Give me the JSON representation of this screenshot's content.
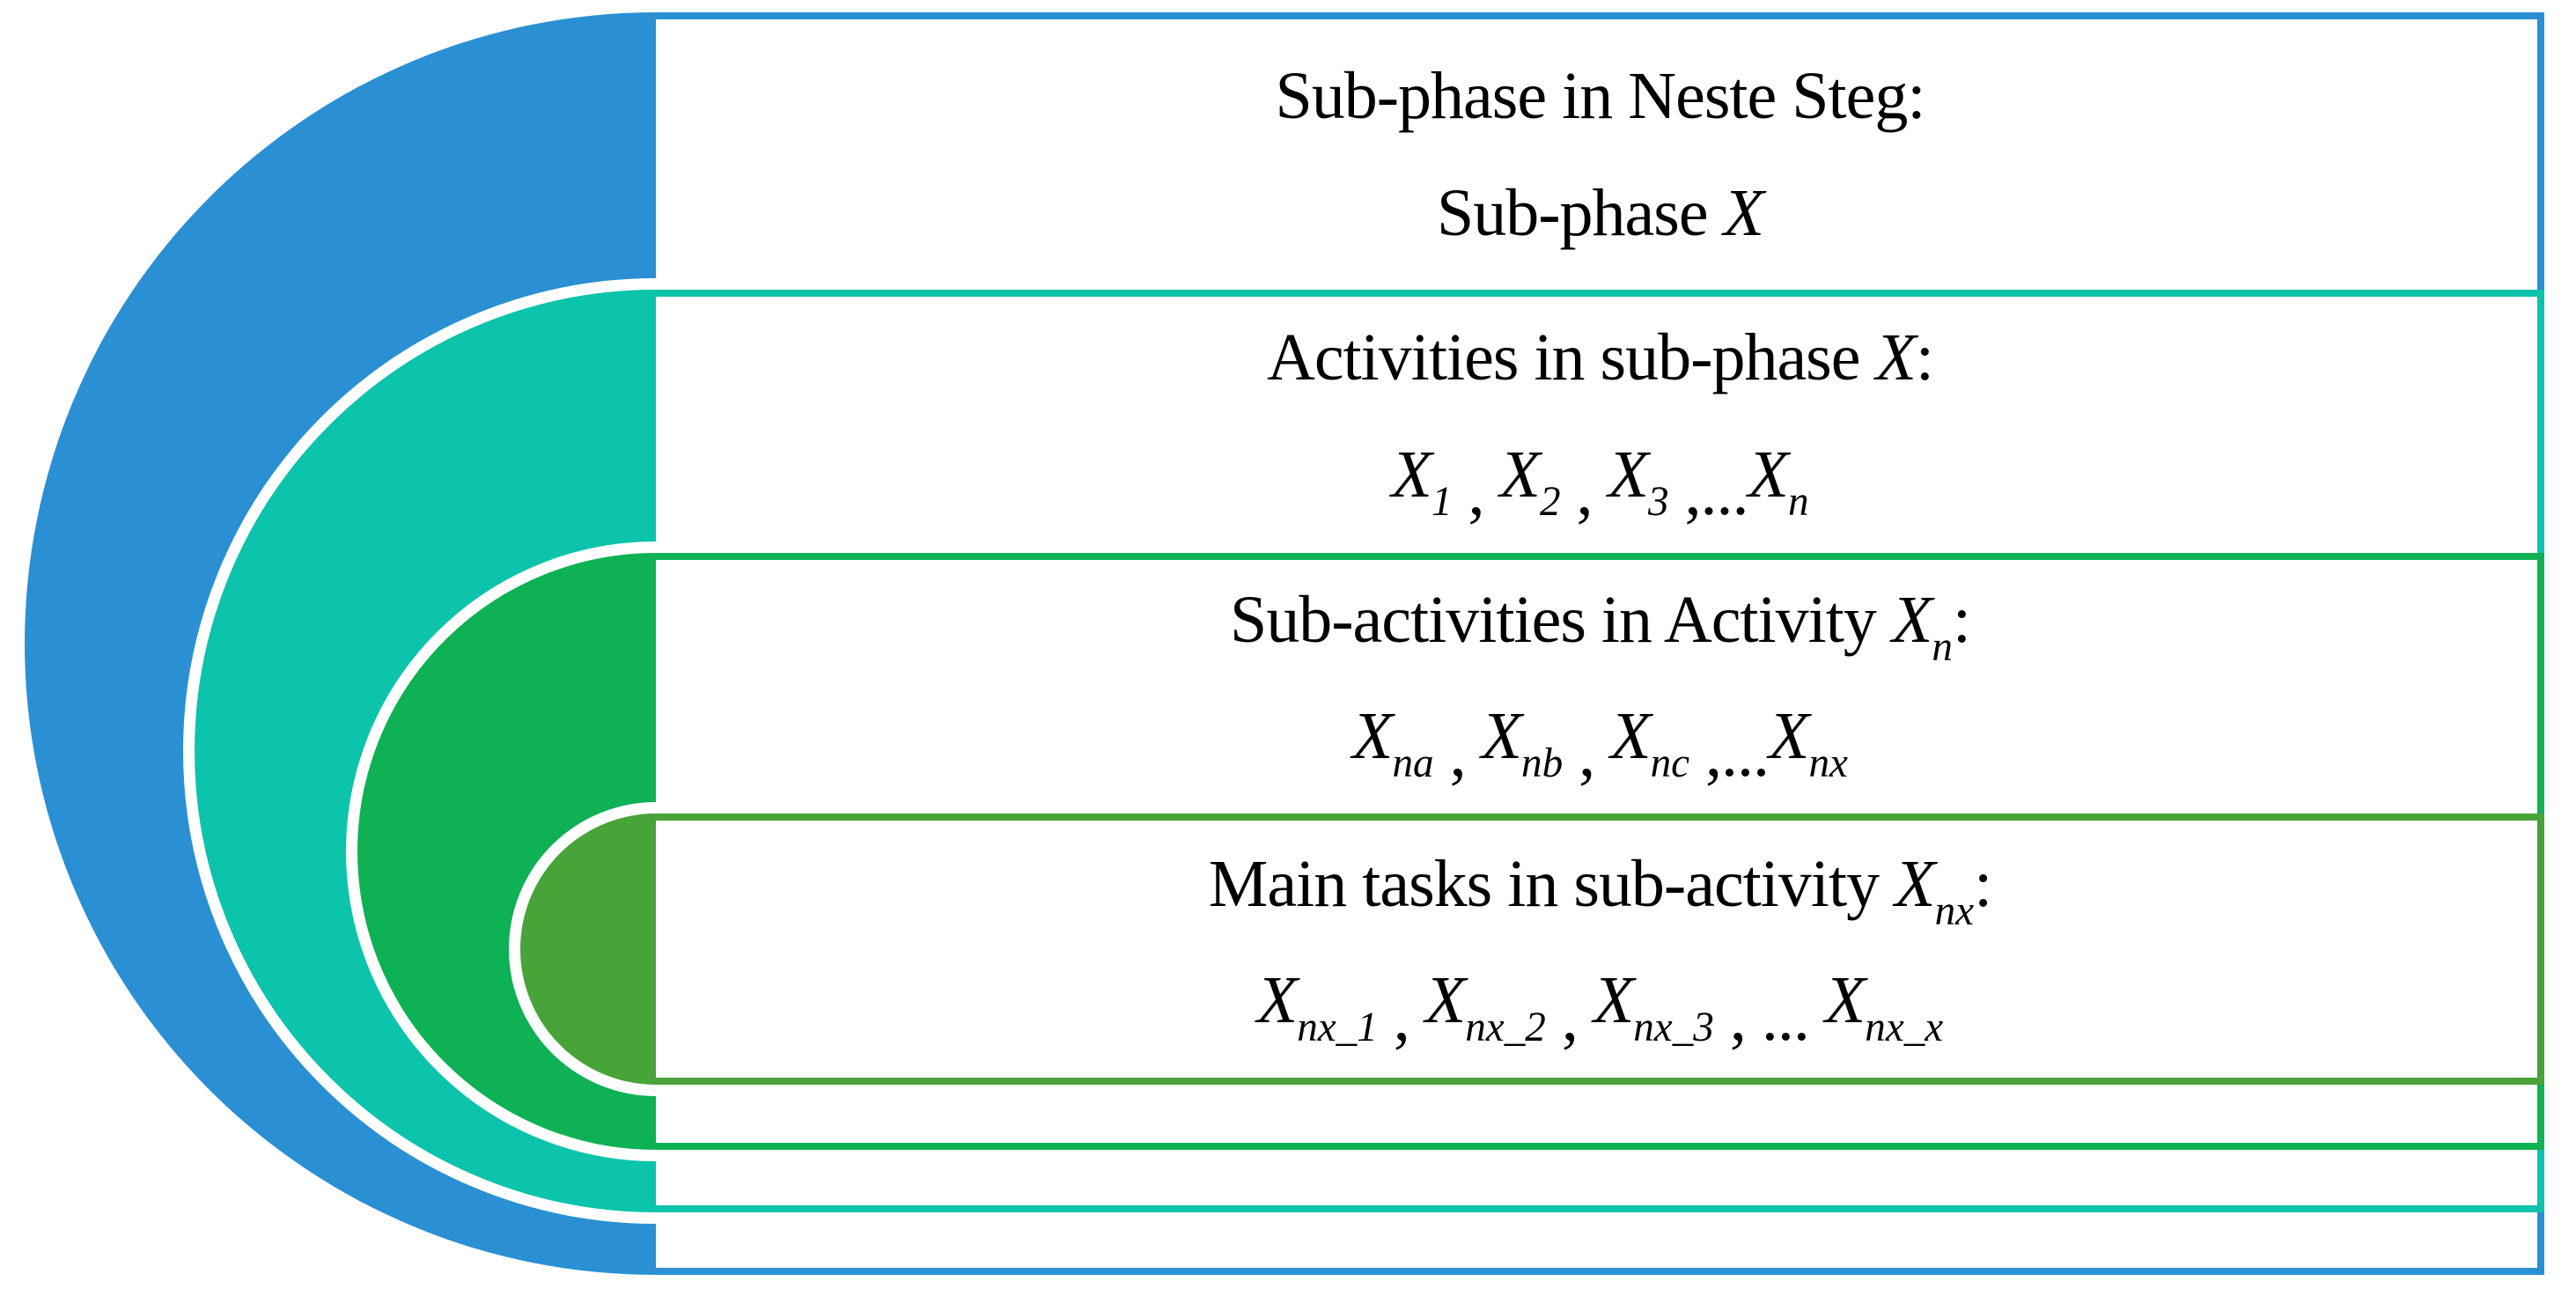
{
  "diagram": {
    "description": "Nested semicircle hierarchy of a sub-phase broken into activities, sub-activities and main tasks",
    "background_color": "#ffffff",
    "text_color": "#000000",
    "gap_color": "#ffffff",
    "bands": [
      {
        "id": "sub-phase",
        "level": 1,
        "color": "#2a90d3",
        "line1": [
          {
            "t": "Sub-phase in Neste Steg:"
          }
        ],
        "line2": [
          {
            "t": "Sub-phase "
          },
          {
            "t": "X",
            "i": true
          }
        ]
      },
      {
        "id": "activities",
        "level": 2,
        "color": "#0cc3ab",
        "line1": [
          {
            "t": "Activities in sub-phase "
          },
          {
            "t": "X",
            "i": true
          },
          {
            "t": ":"
          }
        ],
        "line2": [
          {
            "t": "X",
            "sub": "1",
            "i": true
          },
          {
            "t": " , ",
            "lo": true
          },
          {
            "t": "X",
            "sub": "2",
            "i": true
          },
          {
            "t": " , ",
            "lo": true
          },
          {
            "t": "X",
            "sub": "3",
            "i": true
          },
          {
            "t": " ,...",
            "lo": true
          },
          {
            "t": "X",
            "sub": "n",
            "i": true
          }
        ]
      },
      {
        "id": "sub-activities",
        "level": 3,
        "color": "#0fb155",
        "line1": [
          {
            "t": "Sub-activities in Activity "
          },
          {
            "t": "X",
            "sub": "n",
            "i": true
          },
          {
            "t": ":"
          }
        ],
        "line2": [
          {
            "t": "X",
            "sub": "na",
            "i": true
          },
          {
            "t": " , ",
            "lo": true
          },
          {
            "t": "X",
            "sub": "nb",
            "i": true
          },
          {
            "t": " , ",
            "lo": true
          },
          {
            "t": "X",
            "sub": "nc",
            "i": true
          },
          {
            "t": " ,...",
            "lo": true
          },
          {
            "t": "X",
            "sub": "nx",
            "i": true
          }
        ]
      },
      {
        "id": "main-tasks",
        "level": 4,
        "color": "#48a338",
        "line1": [
          {
            "t": "Main tasks in sub-activity "
          },
          {
            "t": "X",
            "sub": "nx",
            "i": true
          },
          {
            "t": ":"
          }
        ],
        "line2": [
          {
            "t": "X",
            "sub": "nx_1",
            "i": true
          },
          {
            "t": " , ",
            "lo": true
          },
          {
            "t": "X",
            "sub": "nx_2",
            "i": true
          },
          {
            "t": " , ",
            "lo": true
          },
          {
            "t": "X",
            "sub": "nx_3",
            "i": true
          },
          {
            "t": " , ... ",
            "lo": true
          },
          {
            "t": "X",
            "sub": "nx_x",
            "i": true
          }
        ]
      }
    ]
  }
}
